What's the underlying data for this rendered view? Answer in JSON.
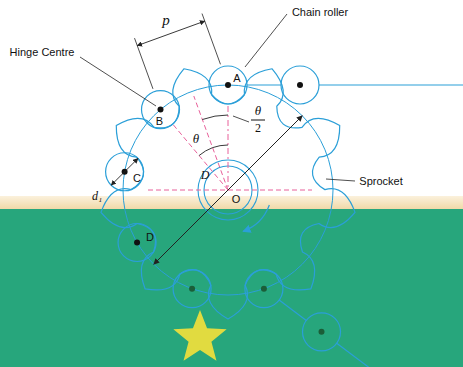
{
  "diagram": {
    "labels": [
      "p",
      "Chain roller",
      "Hinge Centre",
      "A",
      "B",
      "θ",
      "θ",
      "2",
      "Sprocket",
      "C",
      "d₁",
      "D",
      "D",
      "O"
    ]
  }
}
